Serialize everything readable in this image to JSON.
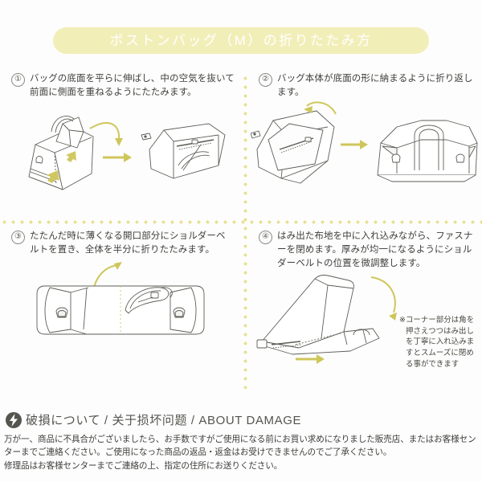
{
  "title": {
    "text": "ボストンバッグ（M）の折りたたみ方",
    "pill_color": "#f2eeb8",
    "text_color": "#ffffff"
  },
  "divider_color": "#e8e090",
  "steps": [
    {
      "number": "①",
      "text": "バッグの底面を平らに伸ばし、中の空気を抜いて前面に側面を重ねるようにたたみます。",
      "illustration": "boston-bag-flatten-base"
    },
    {
      "number": "②",
      "text": "バッグ本体が底面の形に納まるように折り返します。",
      "illustration": "boston-bag-fold-into-base"
    },
    {
      "number": "③",
      "text": "たたんだ時に薄くなる開口部分にショルダーベルトを置き、全体を半分に折りたたみます。",
      "illustration": "boston-bag-place-shoulder-belt"
    },
    {
      "number": "④",
      "text": "はみ出た布地を中に入れ込みながら、ファスナーを閉めます。厚みが均一になるようにショルダーベルトの位置を微調整します。",
      "illustration": "boston-bag-close-zipper"
    }
  ],
  "corner_note": {
    "line1": "※コーナー部分は角を",
    "line2": "押さえつつはみ出し",
    "line3": "を丁寧に入れ込みま",
    "line4": "すとスムーズに閉め",
    "line5": "る事ができます"
  },
  "damage": {
    "icon": "lightning-bolt-circle-icon",
    "title": "破損について / 关于损坏问题 / ABOUT DAMAGE",
    "paragraph_line1": "万が一、商品に不具合がございましたら、お手数ですがご使用になる前にお買い求めになりました販売店、またはお客様セン",
    "paragraph_line2": "ターまでご連絡ください。ご使用になった商品の返品・返金はお受けできませんのでご了承ください。",
    "paragraph_line3": "修理品はお客様センターまでご連絡の上、指定の住所にお送りください。"
  }
}
